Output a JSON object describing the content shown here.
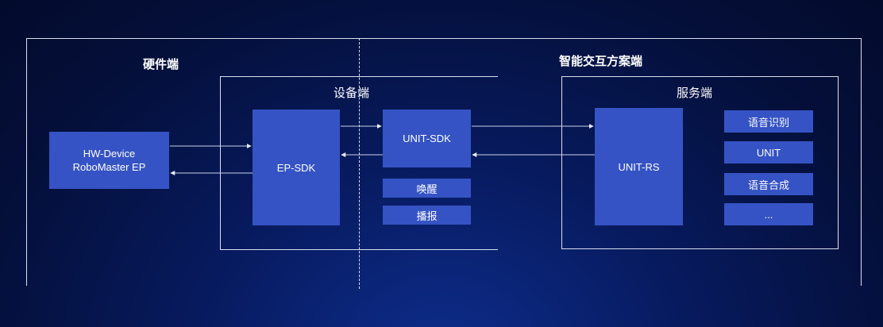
{
  "sections": {
    "hardware": "硬件端",
    "smart_solution": "智能交互方案端",
    "device": "设备端",
    "service": "服务端"
  },
  "nodes": {
    "hw_device_line1": "HW-Device",
    "hw_device_line2": "RoboMaster EP",
    "ep_sdk": "EP-SDK",
    "unit_sdk": "UNIT-SDK",
    "wake": "唤醒",
    "broadcast": "播报",
    "unit_rs": "UNIT-RS",
    "speech_recognition": "语音识别",
    "unit": "UNIT",
    "speech_synthesis": "语音合成",
    "more": "..."
  }
}
